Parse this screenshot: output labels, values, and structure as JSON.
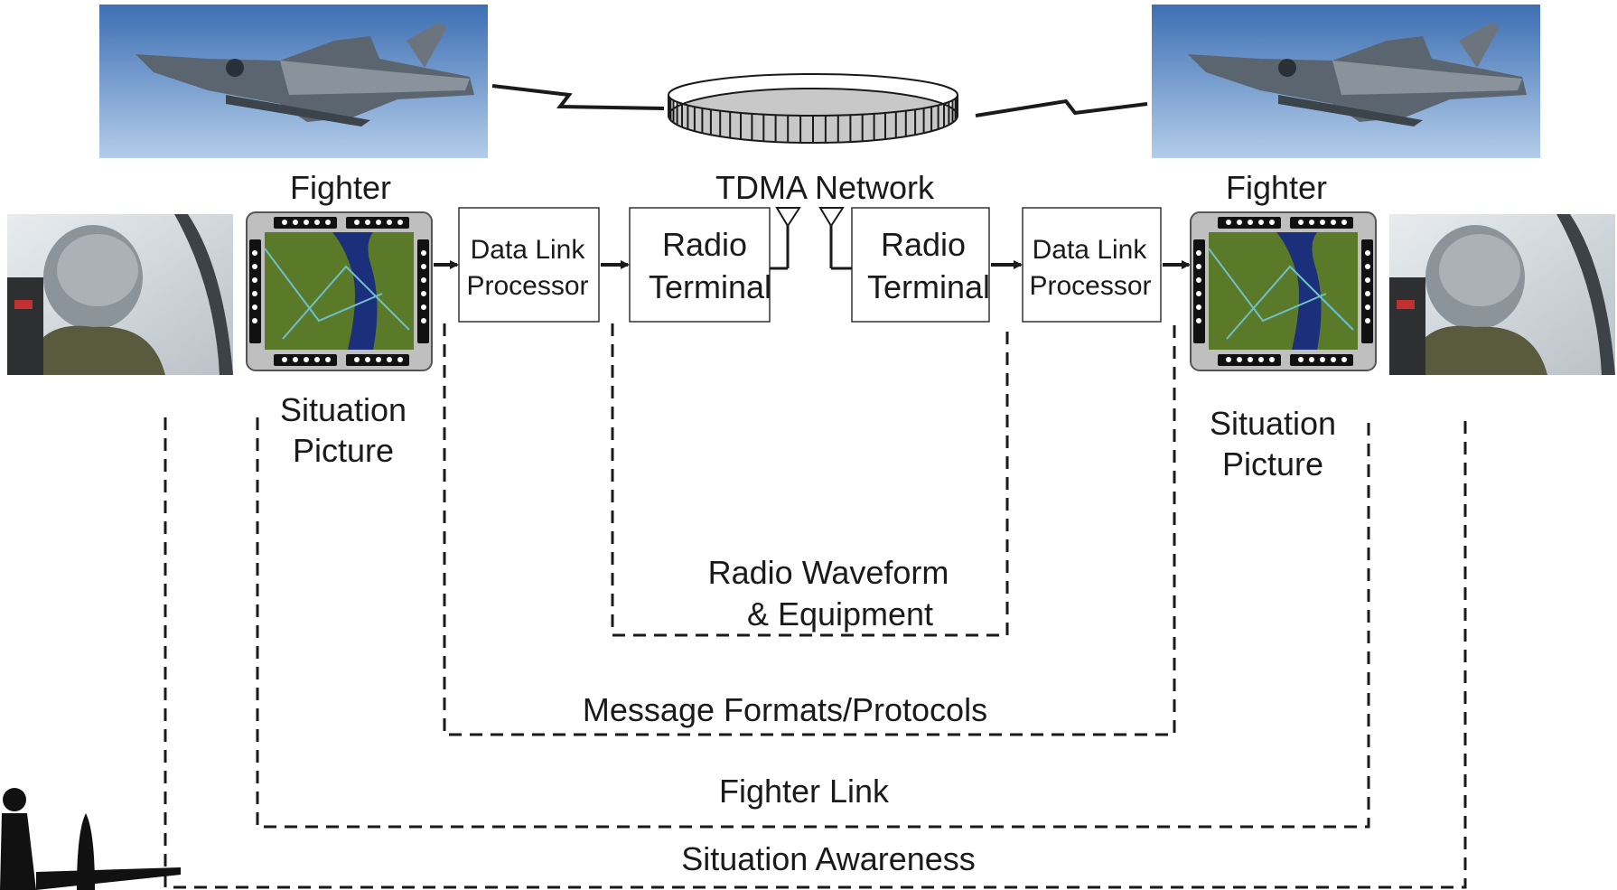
{
  "nodes": {
    "fighter_left": "Fighter",
    "fighter_right": "Fighter",
    "tdma_network": "TDMA Network",
    "dlp_left_line1": "Data Link",
    "dlp_left_line2": "Processor",
    "dlp_right_line1": "Data Link",
    "dlp_right_line2": "Processor",
    "radio_left_line1": "Radio",
    "radio_left_line2": "Terminal",
    "radio_right_line1": "Radio",
    "radio_right_line2": "Terminal",
    "sp_left_line1": "Situation",
    "sp_left_line2": "Picture",
    "sp_right_line1": "Situation",
    "sp_right_line2": "Picture"
  },
  "layers": {
    "radio_waveform_line1": "Radio Waveform",
    "radio_waveform_line2": "& Equipment",
    "message_formats": "Message Formats/Protocols",
    "fighter_link": "Fighter Link",
    "situation_awareness": "Situation Awareness"
  },
  "colors": {
    "line": "#1a1a1a",
    "sky_top": "#3d6fb3",
    "sky_bottom": "#a9c6e8",
    "map_green": "#5a7a2a",
    "map_water": "#1c2f7a"
  }
}
